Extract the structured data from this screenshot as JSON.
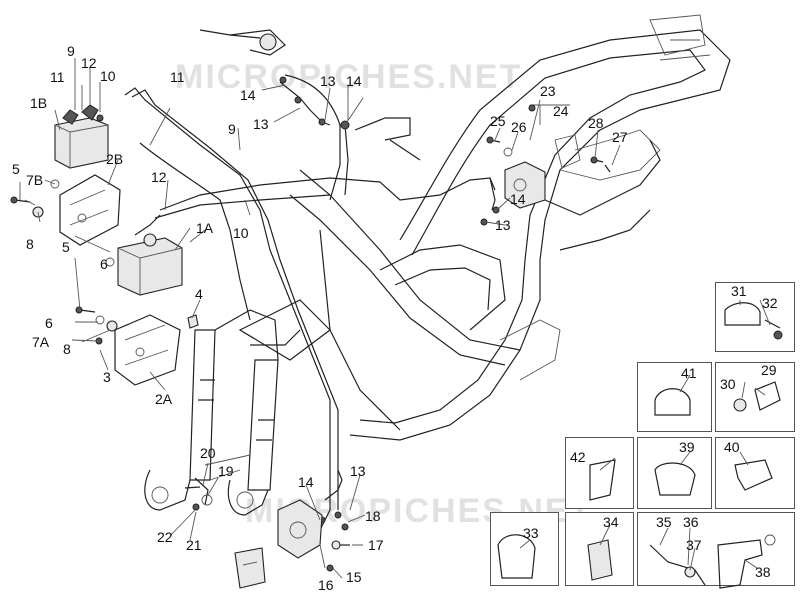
{
  "watermark": "MICROPICHES.NET",
  "callouts": [
    "1A",
    "1B",
    "2A",
    "2B",
    "3",
    "4",
    "5",
    "5",
    "6",
    "6",
    "7A",
    "7B",
    "8",
    "8",
    "9",
    "9",
    "10",
    "10",
    "11",
    "11",
    "12",
    "12",
    "13",
    "13",
    "13",
    "13",
    "14",
    "14",
    "14",
    "14",
    "15",
    "16",
    "17",
    "18",
    "19",
    "20",
    "21",
    "22",
    "23",
    "24",
    "25",
    "26",
    "27",
    "28",
    "29",
    "30",
    "31",
    "32",
    "33",
    "34",
    "35",
    "36",
    "37",
    "38",
    "39",
    "40",
    "41",
    "42"
  ]
}
